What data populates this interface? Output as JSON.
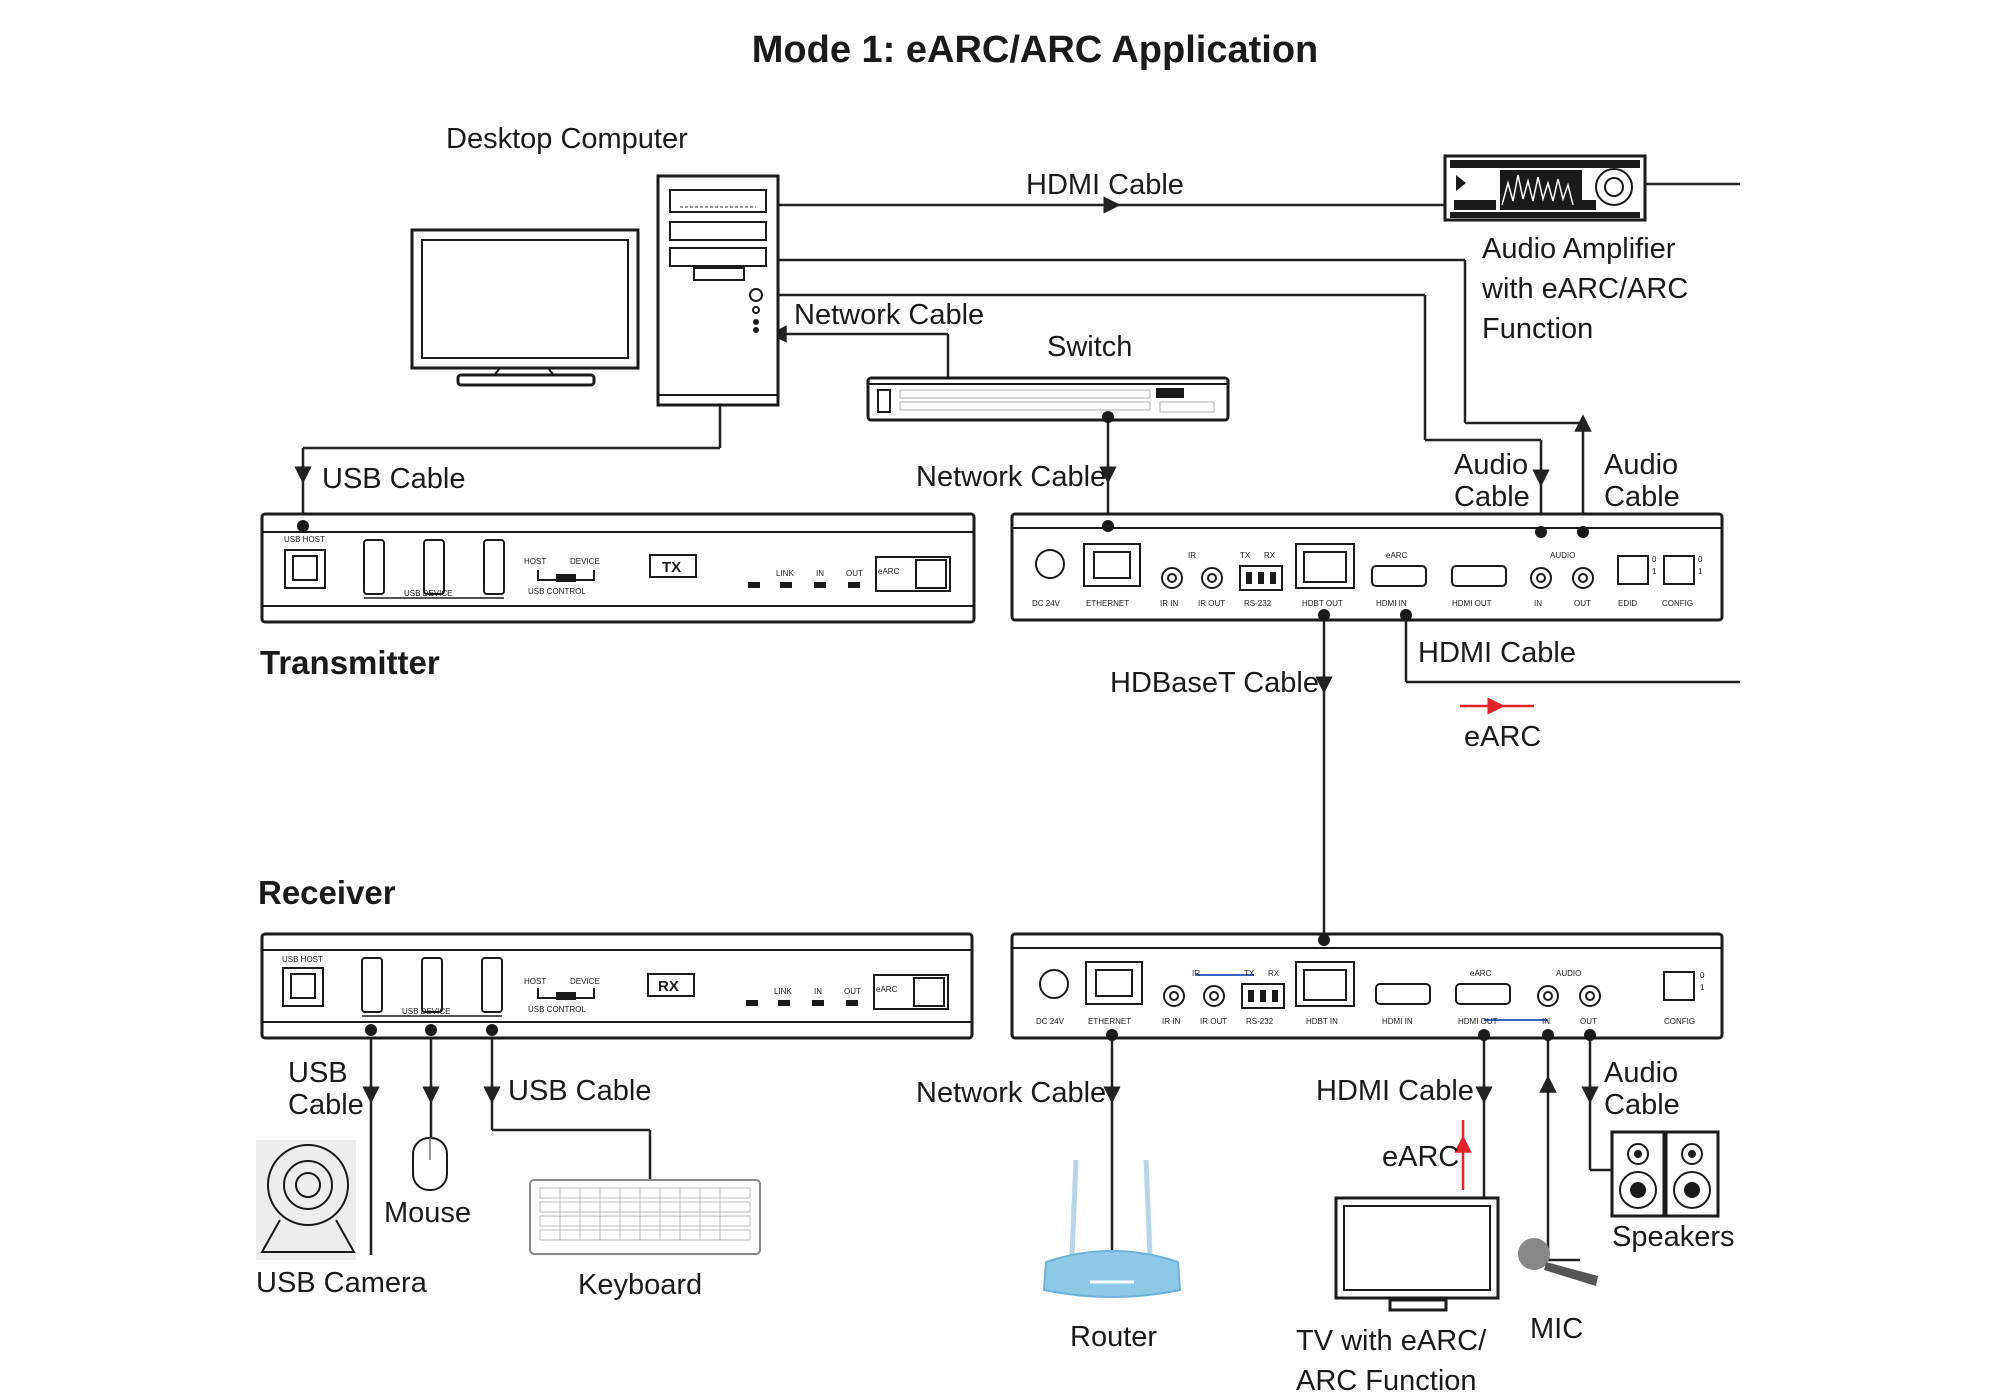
{
  "title": "Mode 1: eARC/ARC Application",
  "devices": {
    "desktop_computer": "Desktop Computer",
    "audio_amplifier": [
      "Audio Amplifier",
      "with eARC/ARC",
      "Function"
    ],
    "switch": "Switch",
    "transmitter": "Transmitter",
    "receiver": "Receiver",
    "usb_camera": "USB Camera",
    "mouse": "Mouse",
    "keyboard": "Keyboard",
    "router": "Router",
    "tv": [
      "TV with eARC/",
      "ARC Function"
    ],
    "mic": "MIC",
    "speakers": "Speakers"
  },
  "cables": {
    "hdmi_cable_top": "HDMI Cable",
    "network_cable_pc": "Network Cable",
    "usb_cable_tx": "USB Cable",
    "network_cable_tx": "Network Cable",
    "audio_cable_left": [
      "Audio",
      "Cable"
    ],
    "audio_cable_right": [
      "Audio",
      "Cable"
    ],
    "hdbaset_cable": "HDBaseT Cable",
    "hdmi_cable_tx": "HDMI Cable",
    "earc_tx": "eARC",
    "usb_cable_rx_left": [
      "USB",
      "Cable"
    ],
    "usb_cable_rx_right": "USB Cable",
    "network_cable_rx": "Network Cable",
    "hdmi_cable_rx": "HDMI Cable",
    "earc_rx": "eARC",
    "audio_cable_rx": [
      "Audio",
      "Cable"
    ]
  },
  "panel_labels": {
    "usb_host": "USB HOST",
    "usb_device": "USB DEVICE",
    "host": "HOST",
    "device": "DEVICE",
    "usb_control": "USB CONTROL",
    "tx_badge": "TX",
    "rx_badge": "RX",
    "link": "LINK",
    "in": "IN",
    "out": "OUT",
    "earc": "eARC",
    "tx_rear_ports": [
      "DC 24V",
      "ETHERNET",
      "IR IN",
      "IR OUT",
      "RS-232",
      "HDBT OUT",
      "HDMI IN",
      "HDMI OUT",
      "IN",
      "OUT",
      "EDID",
      "CONFIG"
    ],
    "rx_rear_ports": [
      "DC 24V",
      "ETHERNET",
      "IR IN",
      "IR OUT",
      "RS-232",
      "HDBT IN",
      "HDMI IN",
      "HDMI OUT",
      "IN",
      "OUT",
      "CONFIG"
    ],
    "ir": "IR",
    "tx": "TX",
    "rx": "RX",
    "audio": "AUDIO",
    "zero": "0",
    "one": "1"
  },
  "colors": {
    "earc_arrow": "#e8222a",
    "line": "#222222",
    "router_blue": "#8ec9ea",
    "rx_link_blue": "#3a63c8"
  }
}
